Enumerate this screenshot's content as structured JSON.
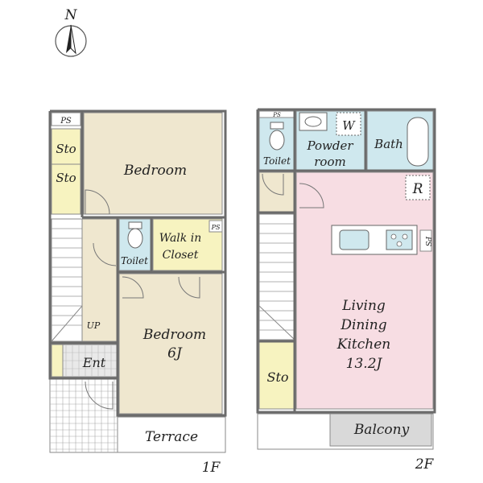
{
  "compass": {
    "north_label": "N"
  },
  "floor1": {
    "floor_label": "1F",
    "ps_label": "PS",
    "sto_top": "Sto",
    "sto_bottom": "Sto",
    "bedroom_north": "Bedroom",
    "toilet": "Toilet",
    "walkin_line1": "Walk in",
    "walkin_line2": "Closet",
    "walkin_ps": "PS",
    "stairs_up": "UP",
    "bedroom_south_line1": "Bedroom",
    "bedroom_south_line2": "6J",
    "entrance": "Ent",
    "terrace": "Terrace"
  },
  "floor2": {
    "floor_label": "2F",
    "ps_label": "PS",
    "toilet": "Toilet",
    "washer": "W",
    "powder_line1": "Powder",
    "powder_line2": "room",
    "bath": "Bath",
    "fridge": "R",
    "kitchen_ps": "PS",
    "ldk_line1": "Living",
    "ldk_line2": "Dining",
    "ldk_line3": "Kitchen",
    "ldk_line4": "13.2J",
    "sto": "Sto",
    "balcony": "Balcony"
  }
}
